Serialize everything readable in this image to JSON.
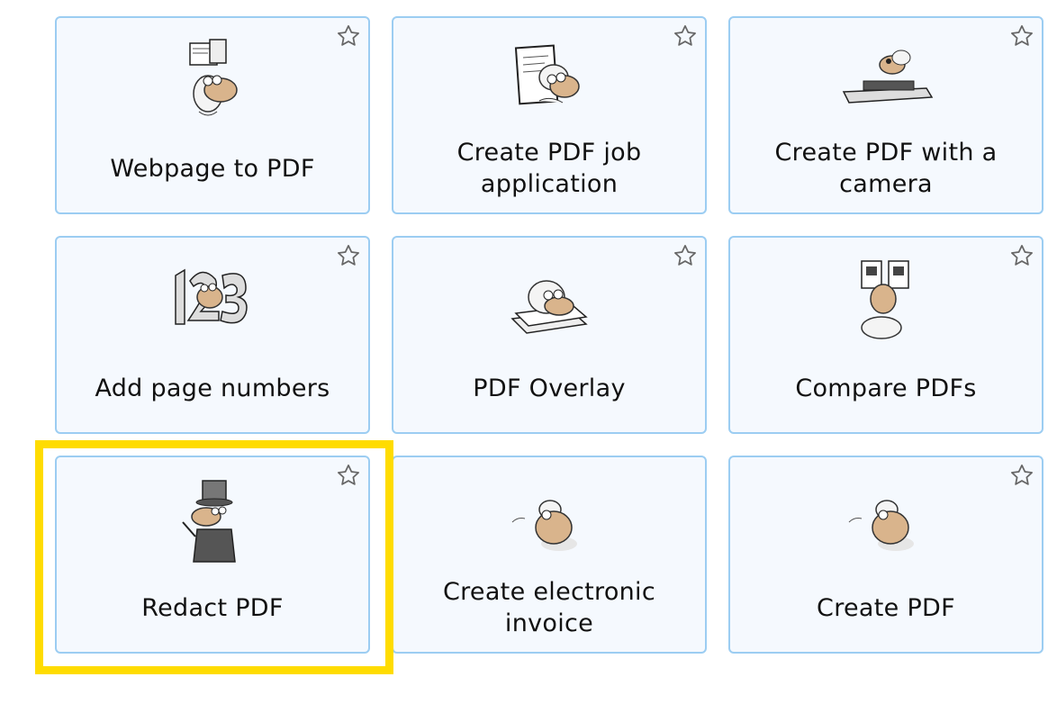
{
  "tools": [
    {
      "label": "Webpage to PDF",
      "icon": "webpage-mascot-icon"
    },
    {
      "label": "Create PDF job application",
      "icon": "job-application-mascot-icon"
    },
    {
      "label": "Create PDF with a camera",
      "icon": "camera-scanner-mascot-icon"
    },
    {
      "label": "Add page numbers",
      "icon": "page-numbers-mascot-icon"
    },
    {
      "label": "PDF Overlay",
      "icon": "overlay-mascot-icon"
    },
    {
      "label": "Compare PDFs",
      "icon": "compare-mascot-icon"
    },
    {
      "label": "Redact PDF",
      "icon": "magician-mascot-icon"
    },
    {
      "label": "Create electronic invoice",
      "icon": "invoice-mascot-icon"
    },
    {
      "label": "Create PDF",
      "icon": "create-pdf-mascot-icon"
    }
  ],
  "highlighted_tool": "Redact PDF",
  "colors": {
    "card_border": "#9ccdf2",
    "card_bg": "#f5f9fe",
    "highlight": "#ffdc00",
    "star": "#666666",
    "mascot": "#d9b48c"
  }
}
